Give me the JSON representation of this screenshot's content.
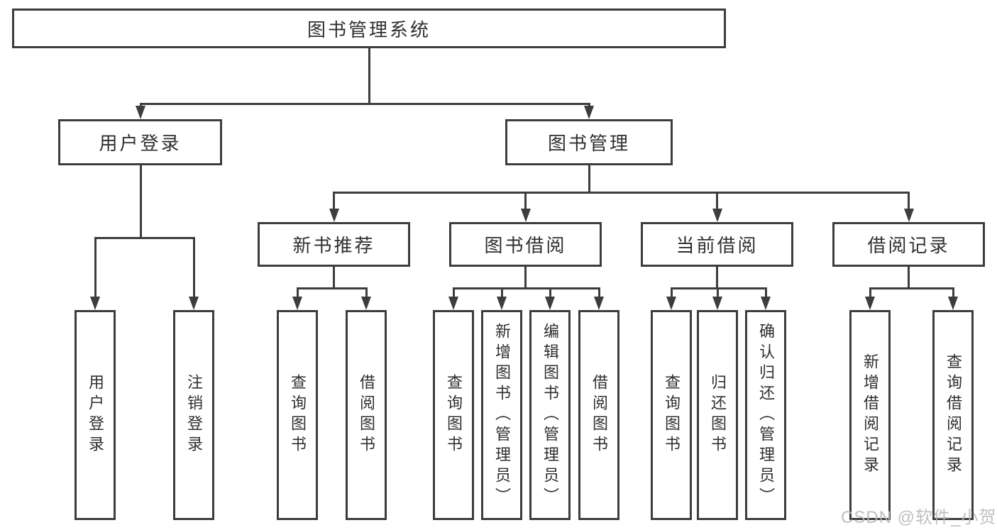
{
  "colors": {
    "line": "#3d3d3d",
    "text": "#2f2f2f",
    "box_background": "#ffffff",
    "watermark": "#b9b9b9"
  },
  "watermark": {
    "text": "CSDN @软件_小贺同学"
  },
  "tree": {
    "root": {
      "label": "图书管理系统"
    },
    "branches": [
      {
        "label": "用户登录",
        "children": [
          {
            "label": "用户登录"
          },
          {
            "label": "注销登录"
          }
        ]
      },
      {
        "label": "图书管理",
        "children": [
          {
            "label": "新书推荐",
            "children": [
              {
                "label": "查询图书"
              },
              {
                "label": "借阅图书"
              }
            ]
          },
          {
            "label": "图书借阅",
            "children": [
              {
                "label": "查询图书"
              },
              {
                "label": "新增图书（管理员）"
              },
              {
                "label": "编辑图书（管理员）"
              },
              {
                "label": "借阅图书"
              }
            ]
          },
          {
            "label": "当前借阅",
            "children": [
              {
                "label": "查询图书"
              },
              {
                "label": "归还图书"
              },
              {
                "label": "确认归还（管理员）"
              }
            ]
          },
          {
            "label": "借阅记录",
            "children": [
              {
                "label": "新增借阅记录"
              },
              {
                "label": "查询借阅记录"
              }
            ]
          }
        ]
      }
    ]
  }
}
